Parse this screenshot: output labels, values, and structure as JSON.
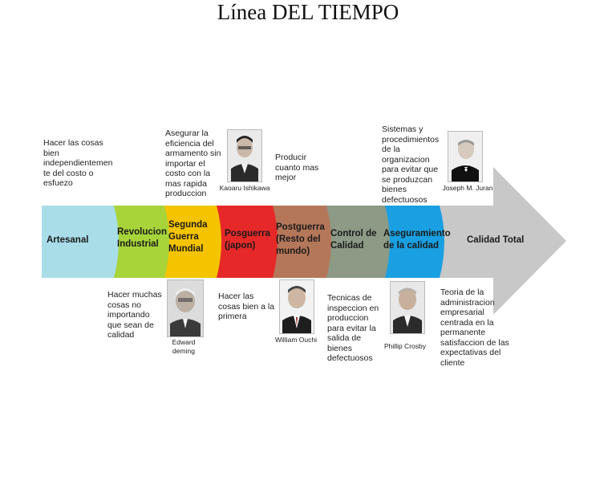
{
  "title": "Línea DEL TIEMPO",
  "stages": [
    {
      "label": "Artesanal",
      "color": "#a9dde8"
    },
    {
      "label": "Revolucion\nIndustrial",
      "color": "#a8d43a"
    },
    {
      "label": "Segunda\nGuerra\nMundial",
      "color": "#f5c400"
    },
    {
      "label": "Posguerra\n(japon)",
      "color": "#e62828"
    },
    {
      "label": "Postguerra\n(Resto del\nmundo)",
      "color": "#b5775a"
    },
    {
      "label": "Control de\nCalidad",
      "color": "#8c9a86"
    },
    {
      "label": "Aseguramiento\nde la calidad",
      "color": "#1aa0e2"
    },
    {
      "label": "Calidad Total",
      "color": "#c8c8c8"
    }
  ],
  "top_notes": [
    "Hacer las cosas\nbien\nindependientemen\nte del costo o\nesfuezo",
    "Asegurar la\neficiencia del\narmamento sin\nimportar el\ncosto con la\nmas rapida\nproduccion",
    "Producir\ncuanto mas\nmejor",
    "Sistemas y\nprocedimientos\nde la\norganizacion\npara evitar que\nse produzcan\nbienes\ndefectuosos"
  ],
  "bottom_notes": [
    "Hacer muchas\ncosas no\nimportando\nque sean de\ncalidad",
    "Hacer las\ncosas bien a la\nprimera",
    "Tecnicas de\ninspeccion en\nproduccion\npara evitar la\nsalida de\nbienes\ndefectuosos",
    "Teoria de la\nadministracion\nempresarial\ncentrada en la\npermanente\nsatisfaccion de las\nexpectativas del\ncliente"
  ],
  "people": [
    {
      "name": "Kaoaru Ishikawa",
      "icon": "portrait-icon"
    },
    {
      "name": "Joseph M. Juran",
      "icon": "portrait-icon"
    },
    {
      "name": "Edward\ndeming",
      "icon": "portrait-icon"
    },
    {
      "name": "William Ouchi",
      "icon": "portrait-icon"
    },
    {
      "name": "Phillip Crosby",
      "icon": "portrait-icon"
    }
  ]
}
